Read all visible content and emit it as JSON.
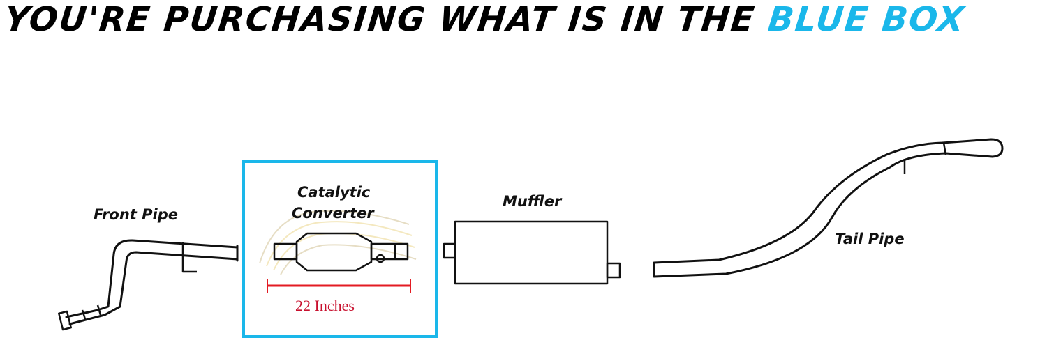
{
  "headline": {
    "prefix": "YOU'RE PURCHASING WHAT IS IN THE ",
    "highlight": "BLUE BOX"
  },
  "labels": {
    "front_pipe": "Front Pipe",
    "catalytic_line1": "Catalytic",
    "catalytic_line2": "Converter",
    "muffler": "Muffler",
    "tail_pipe": "Tail Pipe"
  },
  "dimension": {
    "text": "22 Inches"
  },
  "colors": {
    "highlight_box": "#1ab7ea",
    "dimension_line": "#e31b23",
    "dimension_text": "#c8102e",
    "headline_highlight": "#1ab7ea"
  }
}
